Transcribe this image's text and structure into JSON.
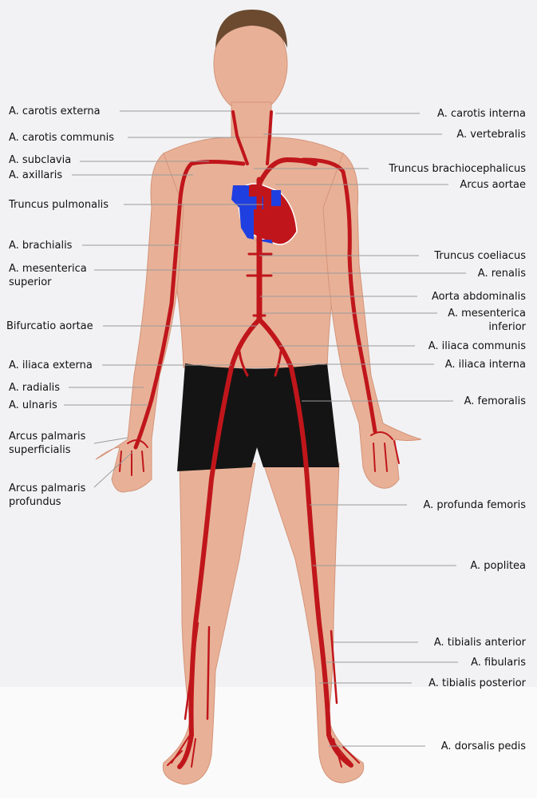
{
  "labels_left": [
    "A. carotis externa",
    "A. carotis communis",
    "A. subclavia",
    "A. axillaris",
    "Truncus pulmonalis",
    "A. brachialis",
    [
      "A. mesenterica",
      "superior"
    ],
    "Bifurcatio aortae",
    "A. iliaca externa",
    "A. radialis",
    "A. ulnaris",
    [
      "Arcus palmaris",
      "superficialis"
    ],
    [
      "Arcus palmaris",
      "profundus"
    ]
  ],
  "labels_right": [
    "A. carotis interna",
    "A. vertebralis",
    "Truncus brachiocephalicus",
    "Arcus aortae",
    "Truncus coeliacus",
    "A. renalis",
    "Aorta abdominalis",
    [
      "A. mesenterica",
      "inferior"
    ],
    "A. iliaca communis",
    "A. iliaca interna",
    "A. femoralis",
    "A. profunda femoris",
    "A. poplitea",
    "A. tibialis anterior",
    "A. fibularis",
    "A. tibialis posterior",
    "A. dorsalis pedis"
  ],
  "colors": {
    "artery": "#c0161b",
    "vein_blue": "#1f3fe0",
    "skin": "#e8b197",
    "skin_shadow": "#d49479",
    "shorts": "#141414",
    "background": "#f2f2f4",
    "floor": "#fafafa",
    "leader_line": "#9a9a9a"
  }
}
